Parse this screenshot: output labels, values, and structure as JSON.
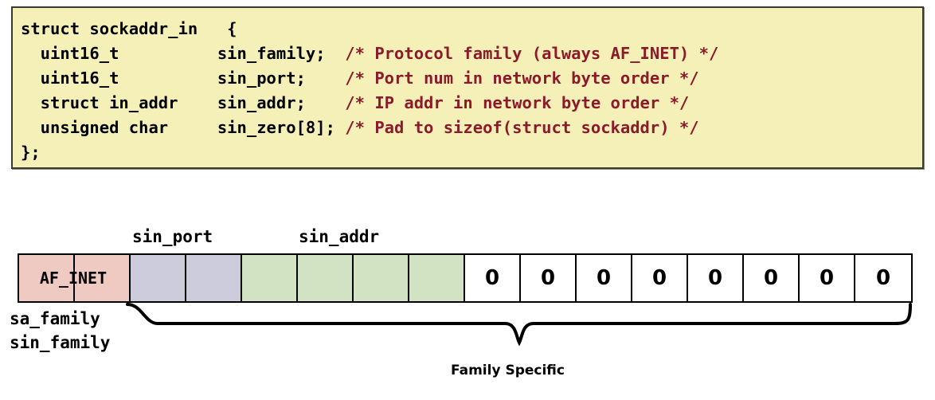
{
  "code_block": {
    "background_color": "#F5F0B8",
    "comment_color": "#8B1A2B",
    "lines": [
      {
        "code": "struct sockaddr_in   {",
        "comment": ""
      },
      {
        "code": "  uint16_t          sin_family;  ",
        "comment": "/* Protocol family (always AF_INET) */"
      },
      {
        "code": "  uint16_t          sin_port;    ",
        "comment": "/* Port num in network byte order */"
      },
      {
        "code": "  struct in_addr    sin_addr;    ",
        "comment": "/* IP addr in network byte order */"
      },
      {
        "code": "  unsigned char     sin_zero[8]; ",
        "comment": "/* Pad to sizeof(struct sockaddr) */"
      },
      {
        "code": "};",
        "comment": ""
      }
    ]
  },
  "diagram": {
    "top_labels": [
      {
        "text": "sin_port"
      },
      {
        "text": "sin_addr"
      }
    ],
    "byte_row": {
      "af_inet_text": "AF_INET",
      "cells": [
        {
          "fill": "pink",
          "value": ""
        },
        {
          "fill": "pink",
          "value": ""
        },
        {
          "fill": "purple",
          "value": ""
        },
        {
          "fill": "purple",
          "value": ""
        },
        {
          "fill": "green",
          "value": ""
        },
        {
          "fill": "green",
          "value": ""
        },
        {
          "fill": "green",
          "value": ""
        },
        {
          "fill": "green",
          "value": ""
        },
        {
          "fill": "white",
          "value": "0"
        },
        {
          "fill": "white",
          "value": "0"
        },
        {
          "fill": "white",
          "value": "0"
        },
        {
          "fill": "white",
          "value": "0"
        },
        {
          "fill": "white",
          "value": "0"
        },
        {
          "fill": "white",
          "value": "0"
        },
        {
          "fill": "white",
          "value": "0"
        },
        {
          "fill": "white",
          "value": "0"
        }
      ],
      "colors": {
        "pink": "#EFCAC3",
        "purple": "#CCCCDC",
        "green": "#D2E3C3",
        "white": "#FFFFFF",
        "border": "#000000"
      }
    },
    "bottom_labels": [
      {
        "text": "sa_family"
      },
      {
        "text": "sin_family"
      }
    ],
    "brace_label": "Family Specific"
  }
}
